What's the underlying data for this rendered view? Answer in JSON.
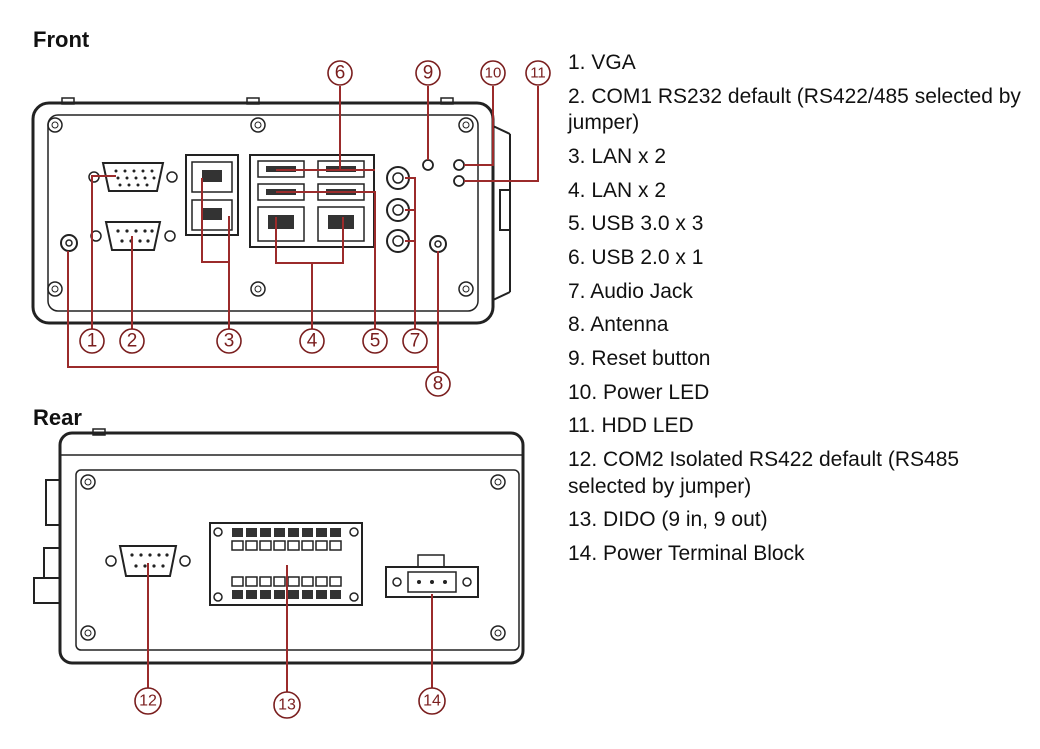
{
  "views": {
    "front": "Front",
    "rear": "Rear"
  },
  "callouts": {
    "front": [
      "1",
      "2",
      "3",
      "4",
      "5",
      "6",
      "7",
      "8",
      "9",
      "10",
      "11"
    ],
    "rear": [
      "12",
      "13",
      "14"
    ]
  },
  "legend": [
    "1. VGA",
    "2. COM1 RS232 default (RS422/485 selected by jumper)",
    "3. LAN x 2",
    "4. LAN x 2",
    "5. USB 3.0 x 3",
    "6. USB 2.0 x 1",
    "7. Audio Jack",
    "8. Antenna",
    "9. Reset button",
    "10. Power LED",
    "11. HDD LED",
    "12. COM2 Isolated RS422 default (RS485 selected by jumper)",
    "13. DIDO (9 in, 9 out)",
    "14. Power Terminal Block"
  ],
  "colors": {
    "callout": "#7a1e1e",
    "leader": "#9b2b2b",
    "outline": "#222222"
  }
}
